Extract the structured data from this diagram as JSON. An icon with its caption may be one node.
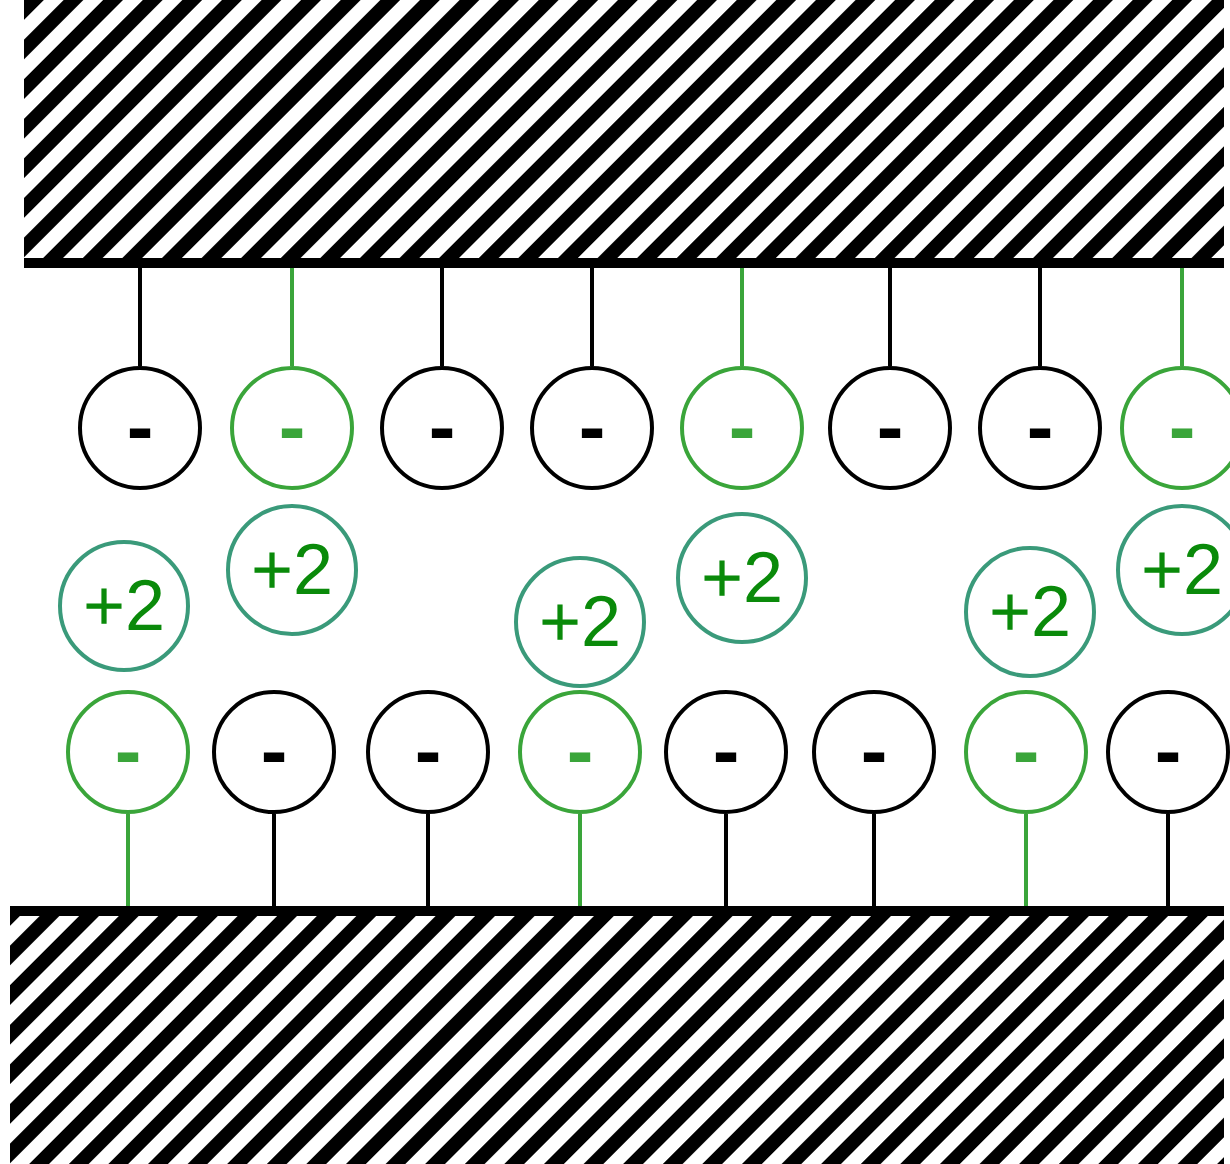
{
  "diagram": {
    "nodes": [
      {
        "text": [],
        "shape": "bar"
      },
      {
        "text": [
          "-"
        ]
      },
      {
        "text": [
          "-"
        ]
      },
      {
        "text": [
          "-"
        ]
      },
      {
        "text": [
          "-"
        ]
      },
      {
        "text": [
          "-"
        ]
      },
      {
        "text": [
          "-"
        ]
      },
      {
        "text": [
          "-"
        ]
      },
      {
        "text": [
          "-"
        ]
      },
      {
        "text": [
          "+2"
        ]
      },
      {
        "text": [
          "+2"
        ]
      },
      {
        "text": [
          "+2"
        ]
      },
      {
        "text": [
          "+2"
        ]
      },
      {
        "text": [
          "+2"
        ]
      },
      {
        "text": [
          "+2"
        ]
      },
      {
        "text": [
          "-"
        ]
      },
      {
        "text": [
          "-"
        ]
      },
      {
        "text": [
          "-"
        ]
      },
      {
        "text": [
          "-"
        ]
      },
      {
        "text": [
          "-"
        ]
      },
      {
        "text": [
          "-"
        ]
      },
      {
        "text": [
          "-"
        ]
      },
      {
        "text": [
          "-"
        ]
      },
      {
        "text": [],
        "shape": "bar"
      }
    ],
    "edges": [
      {
        "from": 0,
        "to": 1,
        "arrow": "none"
      },
      {
        "from": 0,
        "to": 2,
        "arrow": "none",
        "color": "#3aa53a"
      },
      {
        "from": 0,
        "to": 3,
        "arrow": "none"
      },
      {
        "from": 0,
        "to": 4,
        "arrow": "none"
      },
      {
        "from": 0,
        "to": 5,
        "arrow": "none",
        "color": "#3aa53a"
      },
      {
        "from": 0,
        "to": 6,
        "arrow": "none"
      },
      {
        "from": 0,
        "to": 7,
        "arrow": "none"
      },
      {
        "from": 0,
        "to": 8,
        "arrow": "none",
        "color": "#3aa53a"
      },
      {
        "from": 15,
        "to": 23,
        "arrow": "none",
        "color": "#3aa53a"
      },
      {
        "from": 16,
        "to": 23,
        "arrow": "none"
      },
      {
        "from": 17,
        "to": 23,
        "arrow": "none"
      },
      {
        "from": 18,
        "to": 23,
        "arrow": "none",
        "color": "#3aa53a"
      },
      {
        "from": 19,
        "to": 23,
        "arrow": "none"
      },
      {
        "from": 20,
        "to": 23,
        "arrow": "none"
      },
      {
        "from": 21,
        "to": 23,
        "arrow": "none",
        "color": "#3aa53a"
      },
      {
        "from": 22,
        "to": 23,
        "arrow": "none"
      }
    ]
  }
}
